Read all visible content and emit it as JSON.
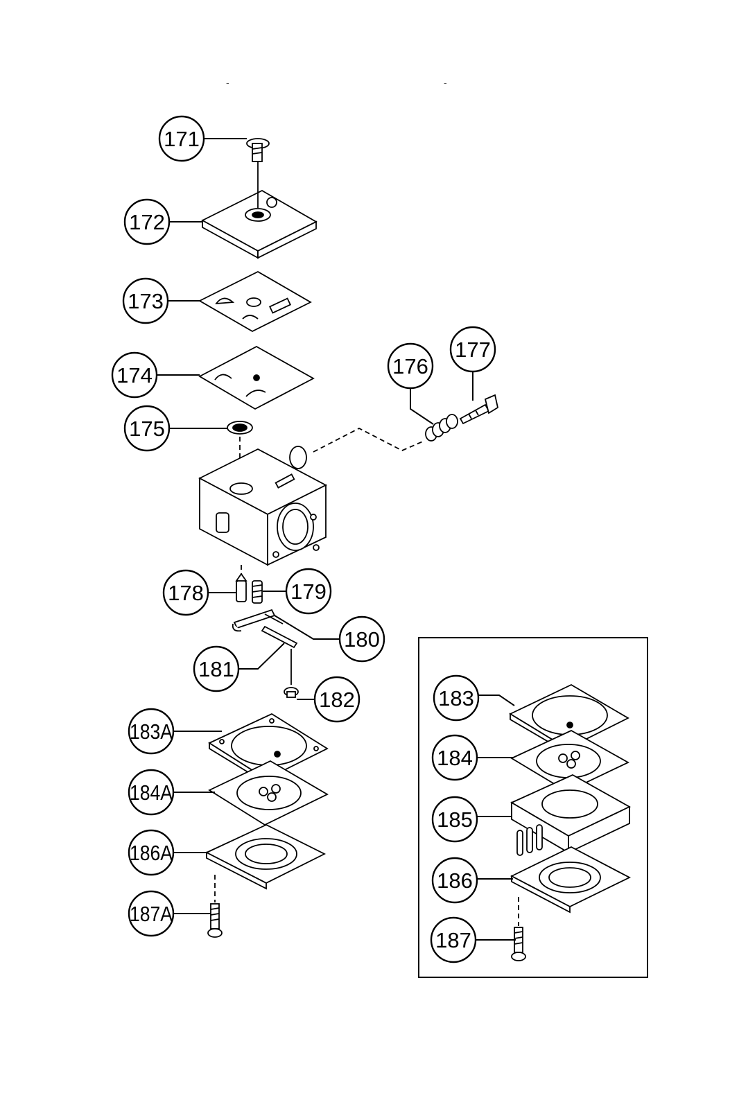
{
  "diagram": {
    "header_marks": [
      "-",
      "-"
    ],
    "callouts": [
      {
        "id": "c171",
        "label": "171"
      },
      {
        "id": "c172",
        "label": "172"
      },
      {
        "id": "c173",
        "label": "173"
      },
      {
        "id": "c174",
        "label": "174"
      },
      {
        "id": "c175",
        "label": "175"
      },
      {
        "id": "c176",
        "label": "176"
      },
      {
        "id": "c177",
        "label": "177"
      },
      {
        "id": "c178",
        "label": "178"
      },
      {
        "id": "c179",
        "label": "179"
      },
      {
        "id": "c180",
        "label": "180"
      },
      {
        "id": "c181",
        "label": "181"
      },
      {
        "id": "c182",
        "label": "182"
      },
      {
        "id": "c183A",
        "label": "183A"
      },
      {
        "id": "c184A",
        "label": "184A"
      },
      {
        "id": "c186A",
        "label": "186A"
      },
      {
        "id": "c187A",
        "label": "187A"
      },
      {
        "id": "c183",
        "label": "183"
      },
      {
        "id": "c184",
        "label": "184"
      },
      {
        "id": "c185",
        "label": "185"
      },
      {
        "id": "c186",
        "label": "186"
      },
      {
        "id": "c187",
        "label": "187"
      }
    ]
  }
}
